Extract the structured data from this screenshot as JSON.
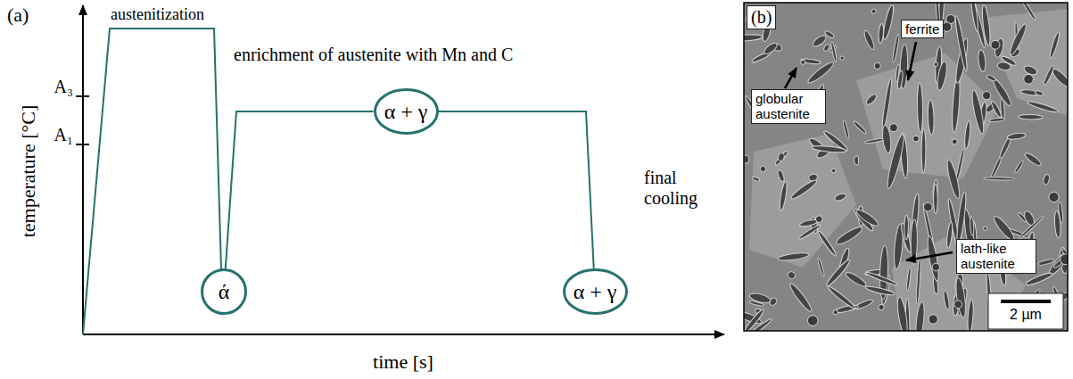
{
  "diagram": {
    "nodes": [
      {
        "text": [
          "ά"
        ]
      },
      {
        "text": [
          "α + γ"
        ]
      },
      {
        "text": [
          "α + γ"
        ]
      }
    ],
    "edges": [
      {
        "from": 0,
        "to": 1,
        "arrow": "none"
      },
      {
        "from": 1,
        "to": 2,
        "arrow": "none"
      }
    ],
    "labels": [
      "(a)",
      "temperature [°C]",
      "A₃",
      "A₁",
      "austenitization",
      "enrichment of austenite with Mn and C",
      "final cooling",
      "time [s]",
      "(b)",
      "ferrite",
      "globular austenite",
      "lath-like austenite",
      "2 µm"
    ]
  }
}
